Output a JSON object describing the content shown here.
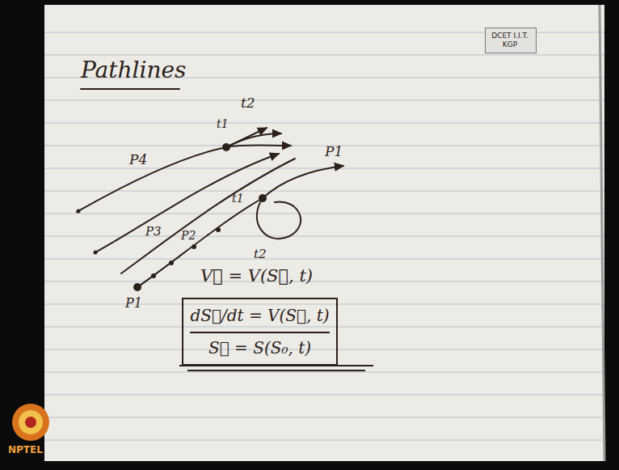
{
  "diagram": {
    "nodes": [
      {
        "text": [
          "DCET I.I.T. KGP"
        ]
      },
      {
        "text": [
          "dS⃗/dt = V(S⃗, t)",
          "S⃗ = S(S₀, t)"
        ]
      }
    ],
    "labels": [
      "Pathlines",
      "t2",
      "t1",
      "P4",
      "P1",
      "P3",
      "P2",
      "t1",
      "t2",
      "P1",
      "V⃗ = V(S⃗, t)",
      "NPTEL"
    ]
  }
}
